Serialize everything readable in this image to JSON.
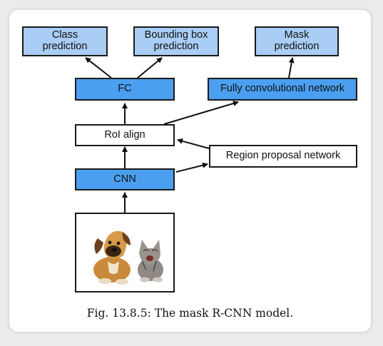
{
  "nodes": {
    "class_prediction": "Class\nprediction",
    "bbox_prediction": "Bounding box\nprediction",
    "mask_prediction": "Mask\nprediction",
    "fc": "FC",
    "fcn": "Fully convolutional network",
    "roi_align": "RoI align",
    "rpn": "Region proposal network",
    "cnn": "CNN"
  },
  "image": {
    "subjects": [
      "puppy",
      "kitten"
    ]
  },
  "caption": "Fig. 13.8.5: The mask R-CNN model.",
  "colors": {
    "light_box": "#a9cdf5",
    "dark_box": "#4a9ff0",
    "border": "#1a1a1a"
  }
}
